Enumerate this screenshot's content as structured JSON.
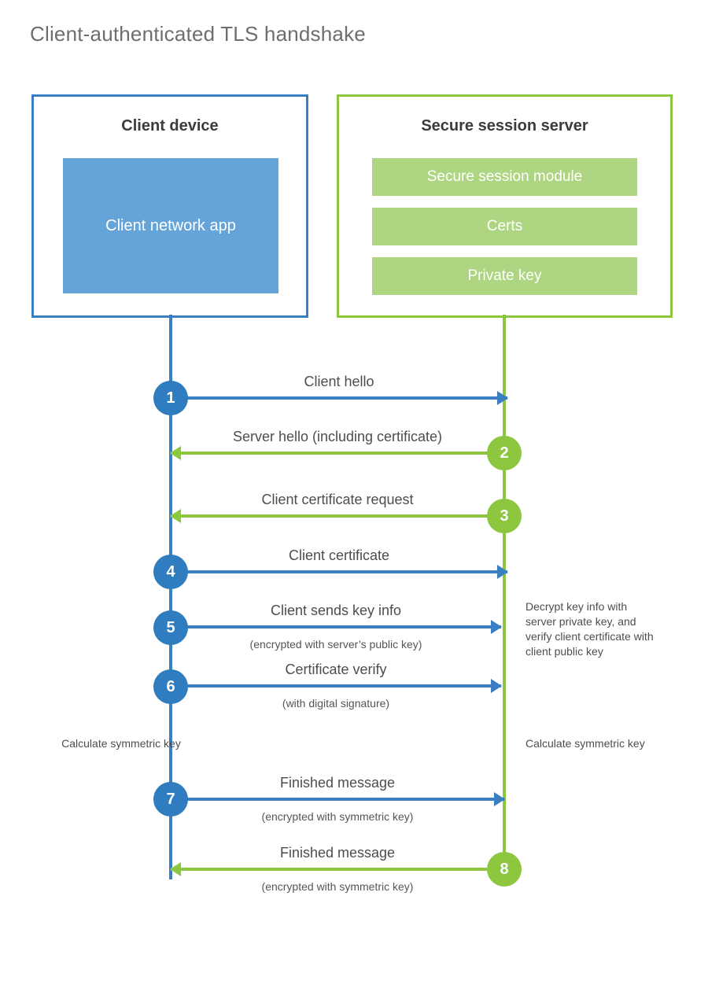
{
  "title": "Client-authenticated TLS handshake",
  "colors": {
    "client_blue": "#3a7fc1",
    "client_app_fill": "#65a4d8",
    "server_green": "#8dc63f",
    "server_bar_fill": "#aed581",
    "badge_blue": "#2f7dc0",
    "badge_green": "#8dc63f",
    "title_gray": "#6d6e71",
    "background": "#ffffff"
  },
  "client": {
    "title": "Client device",
    "app_label": "Client network app"
  },
  "server": {
    "title": "Secure session server",
    "components": [
      {
        "label": "Secure session module"
      },
      {
        "label": "Certs"
      },
      {
        "label": "Private key"
      }
    ]
  },
  "messages": [
    {
      "step": "1",
      "label": "Client hello",
      "sublabel": "",
      "direction": "client-to-server",
      "color": "blue"
    },
    {
      "step": "2",
      "label": "Server hello (including certificate)",
      "sublabel": "",
      "direction": "server-to-client",
      "color": "green"
    },
    {
      "step": "3",
      "label": "Client certificate request",
      "sublabel": "",
      "direction": "server-to-client",
      "color": "green"
    },
    {
      "step": "4",
      "label": "Client certificate",
      "sublabel": "",
      "direction": "client-to-server",
      "color": "blue"
    },
    {
      "step": "5",
      "label": "Client sends key info",
      "sublabel": "(encrypted with server’s public key)",
      "direction": "client-to-server",
      "color": "blue"
    },
    {
      "step": "6",
      "label": "Certificate verify",
      "sublabel": "(with digital signature)",
      "direction": "client-to-server",
      "color": "blue"
    },
    {
      "step": "7",
      "label": "Finished message",
      "sublabel": "(encrypted with symmetric key)",
      "direction": "client-to-server",
      "color": "blue"
    },
    {
      "step": "8",
      "label": "Finished message",
      "sublabel": "(encrypted with symmetric key)",
      "direction": "server-to-client",
      "color": "green"
    }
  ],
  "notes": {
    "server_decrypt": "Decrypt key info with server private key, and verify client certificate with client public key",
    "client_symmetric": "Calculate symmetric key",
    "server_symmetric": "Calculate symmetric key"
  }
}
